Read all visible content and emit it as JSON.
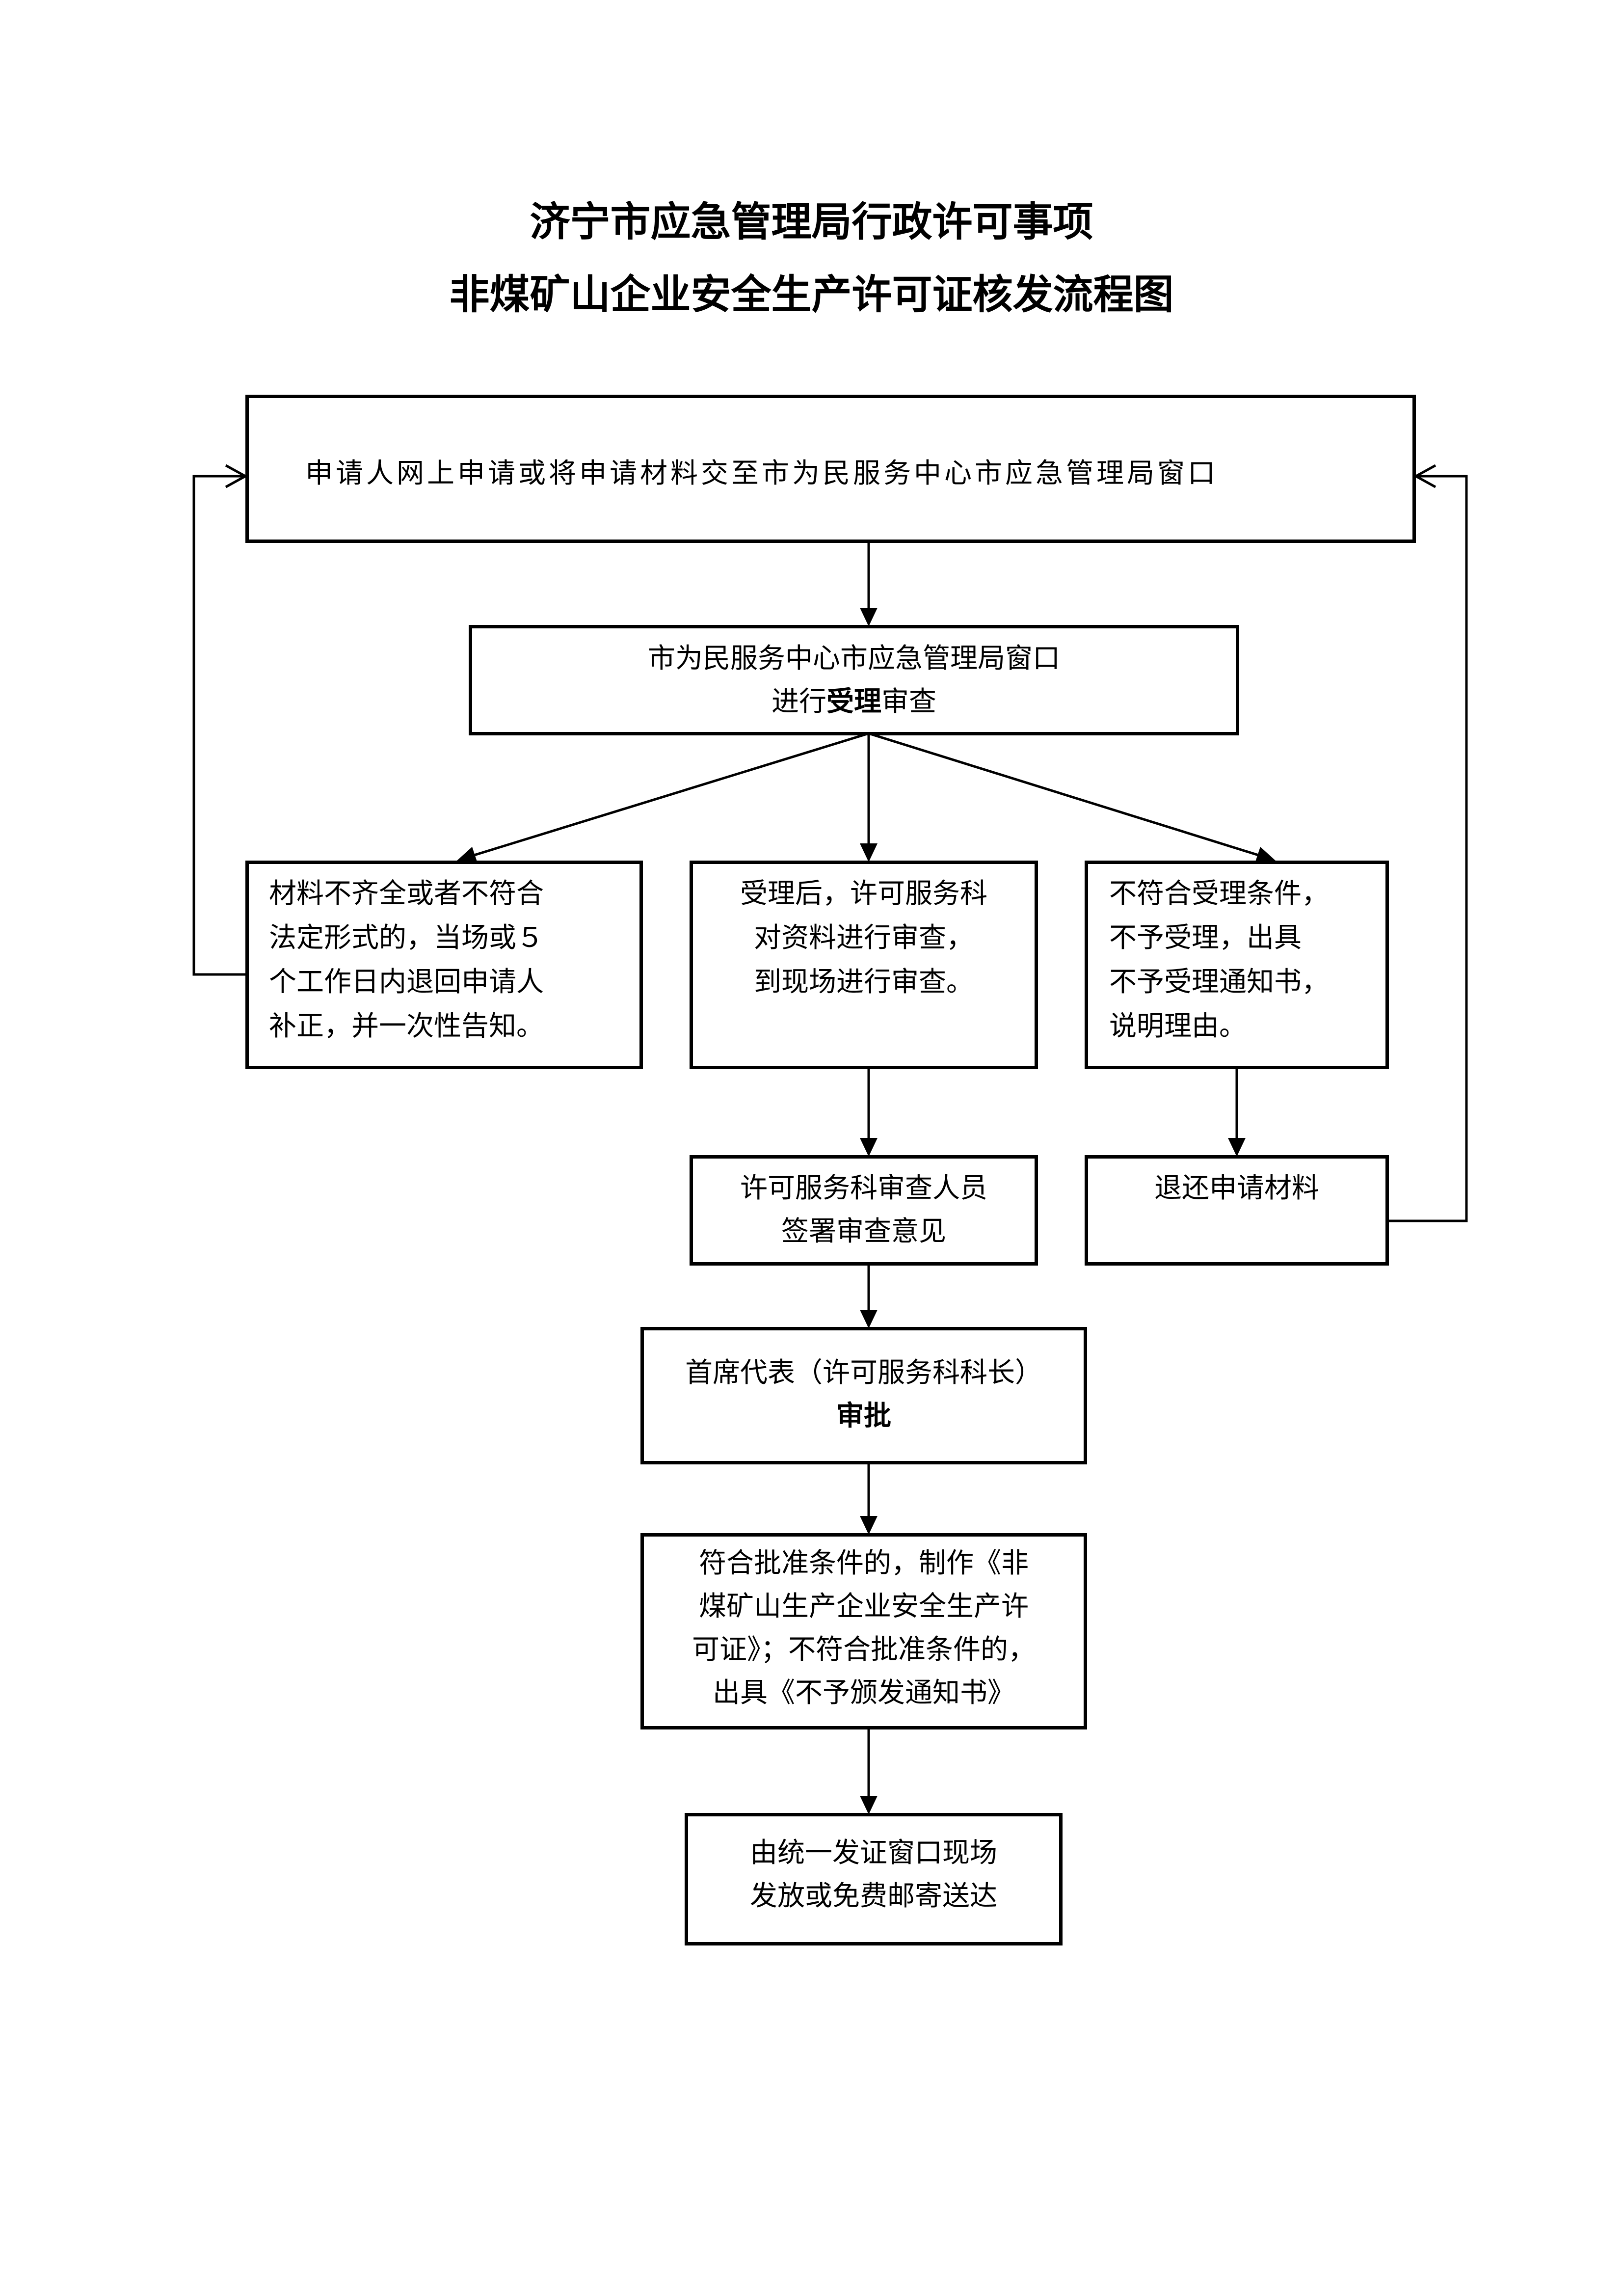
{
  "title": {
    "line1": "济宁市应急管理局行政许可事项",
    "line2": "非煤矿山企业安全生产许可证核发流程图"
  },
  "nodes": {
    "apply": "申请人网上申请或将申请材料交至市为民服务中心市应急管理局窗口",
    "acceptance": {
      "line1": "市为民服务中心市应急管理局窗口",
      "line2_pre": "进行",
      "line2_bold": "受理",
      "line2_post": "审查"
    },
    "incomplete": {
      "line1": "材料不齐全或者不符合",
      "line2": "法定形式的，当场或５",
      "line3": "个工作日内退回申请人",
      "line4": "补正，并一次性告知。"
    },
    "accepted": {
      "line1": "受理后，许可服务科",
      "line2": "对资料进行审查，",
      "line3": "到现场进行审查。"
    },
    "rejected": {
      "line1": "不符合受理条件，",
      "line2": "不予受理，出具",
      "line3": "不予受理通知书，",
      "line4": "说明理由。"
    },
    "review_sign": {
      "line1": "许可服务科审查人员",
      "line2": "签署审查意见"
    },
    "return_materials": "退还申请材料",
    "approval": {
      "line1": "首席代表（许可服务科科长）",
      "line2": "审批"
    },
    "decision": {
      "line1": "符合批准条件的，制作《非",
      "line2": "煤矿山生产企业安全生产许",
      "line3": "可证》；不符合批准条件的，",
      "line4": "出具《不予颁发通知书》"
    },
    "issue": {
      "line1": "由统一发证窗口现场",
      "line2": "发放或免费邮寄送达"
    }
  }
}
